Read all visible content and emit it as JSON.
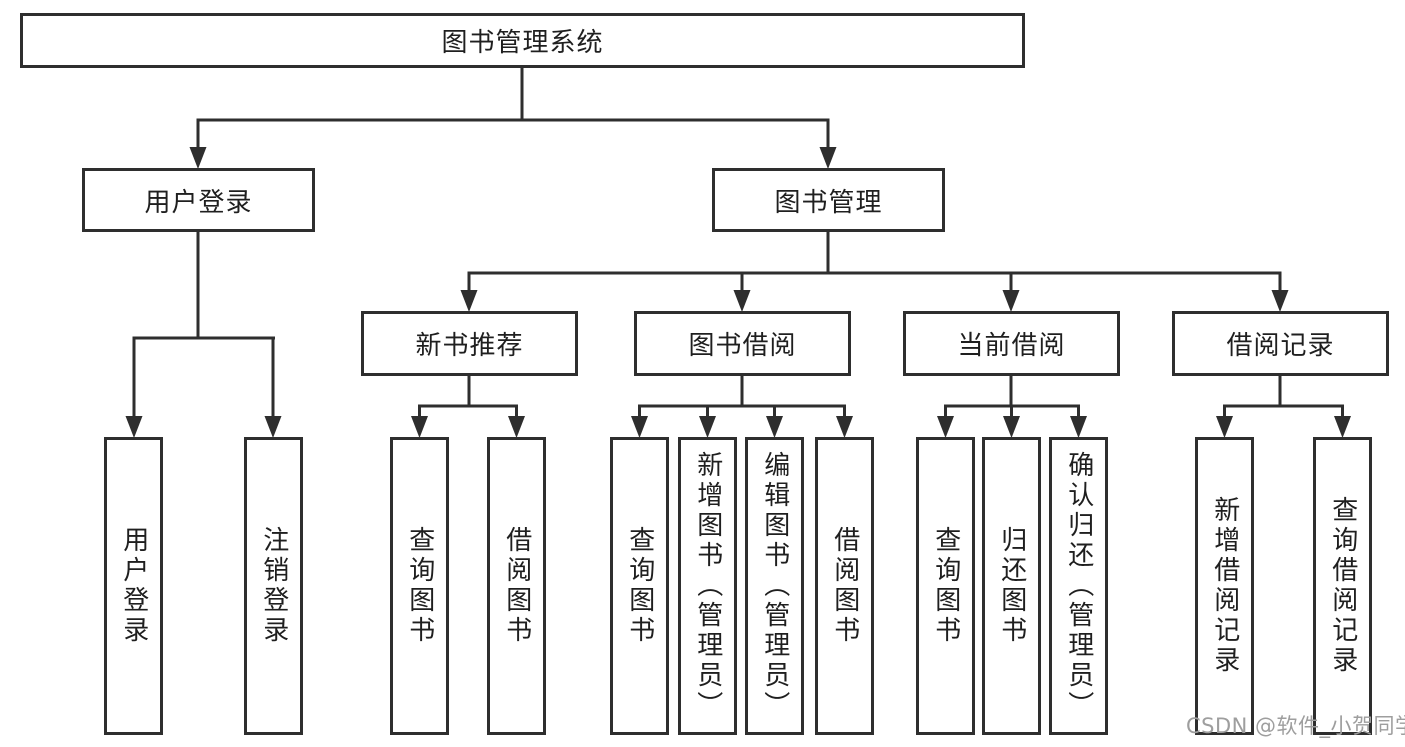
{
  "diagram": {
    "root": {
      "label": "图书管理系统"
    },
    "branches": [
      {
        "label": "用户登录",
        "children": [
          {
            "label": "用户登录"
          },
          {
            "label": "注销登录"
          }
        ]
      },
      {
        "label": "图书管理",
        "children": [
          {
            "label": "新书推荐",
            "children": [
              {
                "label": "查询图书"
              },
              {
                "label": "借阅图书"
              }
            ]
          },
          {
            "label": "图书借阅",
            "children": [
              {
                "label": "查询图书"
              },
              {
                "label": "新增图书（管理员）"
              },
              {
                "label": "编辑图书（管理员）"
              },
              {
                "label": "借阅图书"
              }
            ]
          },
          {
            "label": "当前借阅",
            "children": [
              {
                "label": "查询图书"
              },
              {
                "label": "归还图书"
              },
              {
                "label": "确认归还（管理员）"
              }
            ]
          },
          {
            "label": "借阅记录",
            "children": [
              {
                "label": "新增借阅记录"
              },
              {
                "label": "查询借阅记录"
              }
            ]
          }
        ]
      }
    ]
  },
  "watermark": {
    "text": "CSDN @软件_小贺同学"
  },
  "colors": {
    "line": "#2e2e2e",
    "box_border": "#2e2e2e",
    "box_fill": "#ffffff",
    "text": "#1f1f1f",
    "watermark": "#9e9e9e",
    "background": "#ffffff"
  }
}
